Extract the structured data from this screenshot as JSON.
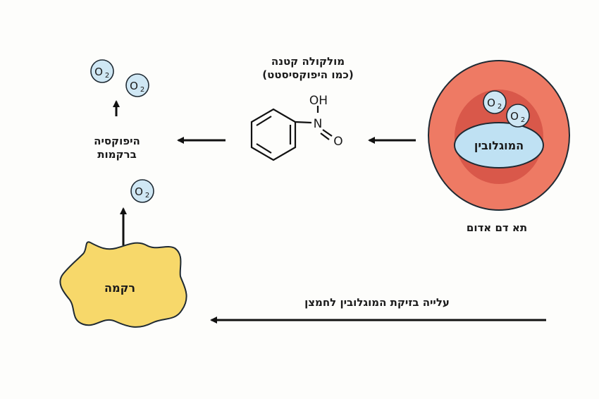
{
  "title_small_molecule_line1": "מולקולה קטנה",
  "title_small_molecule_line2": "(כמו היפוקסיסטט)",
  "hypoxia_line1": "היפוקסיה",
  "hypoxia_line2": "ברקמות",
  "hemoglobin_label": "המוגלובין",
  "rbc_label": "תא דם אדום",
  "tissue_label": "רקמה",
  "affinity_label": "עלייה בזיקת המוגלובין לחמצן",
  "oxygen_symbol": "O",
  "oxygen_subscript": "2",
  "oh_label": "OH",
  "n_label": "N",
  "o_label": "O",
  "colors": {
    "rbc_outer": "#ee7a64",
    "rbc_inner": "#d9584a",
    "hemoglobin_fill": "#bfe1f3",
    "oxygen_fill": "#cfe7f4",
    "tissue_fill": "#f7d86a",
    "stroke": "#1f2a33"
  }
}
